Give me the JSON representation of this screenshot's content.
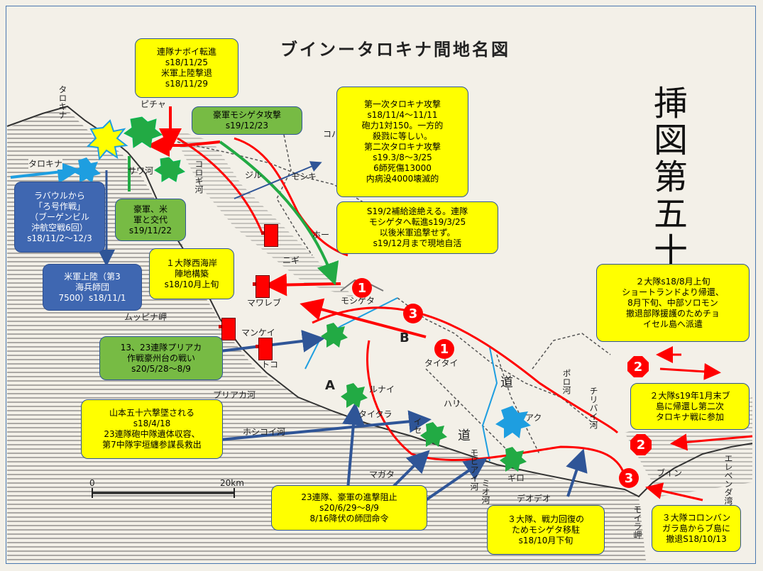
{
  "title": "ブインータロキナ間地名図",
  "figure_label": "挿図第五十八",
  "scale": {
    "zero": "0",
    "end": "20km"
  },
  "place_names": {
    "taro_kina_north": "タロキナ",
    "taro_kina_cape": "タロキナ",
    "pichi": "ピチャ",
    "kopa": "コパ",
    "sawa": "サワ河",
    "korogi": "コロギ河",
    "jiru": "ジル",
    "mosiki": "モシキ",
    "ho": "ホー",
    "niki": "ニギ",
    "mosigeta": "モシゲタ",
    "maurebu": "マワレブ",
    "mupina": "ムッピナ岬",
    "mankei": "マンケイ",
    "puriaka": "プリアカ河",
    "tokyo": "トコ",
    "B": "B",
    "A": "A",
    "taitai": "タイタイ",
    "runai": "ルナイ",
    "taitara": "タイタラ",
    "hari": "ハリ",
    "aku": "アク",
    "ise": "イセ",
    "magata": "マガタ",
    "mobiai": "モビアイ河",
    "mio": "ミオ河",
    "gi": "ギロ",
    "deode": "デオデオ",
    "pora": "ポロ河",
    "chiribai": "チリバイ河",
    "bu_in": "ブイン",
    "erebenda": "エレベンダ湾",
    "moira": "モイラ岬",
    "do1": "道",
    "do2": "道",
    "hosikoi": "ホシコイ河",
    "kaw": "ルナイ"
  },
  "callouts": {
    "nabo": [
      "連隊ナボイ転進",
      "s18/11/25",
      "米軍上陸撃退",
      "s18/11/29"
    ],
    "gou_mosi": [
      "豪軍モシゲタ攻撃",
      "s19/12/23"
    ],
    "first_taro": [
      "第一次タロキナ攻撃",
      "s18/11/4～11/11",
      "砲力1対150。一方的",
      "殺戮に等しい。",
      "第二次タロキナ攻撃",
      "s19.3/8～3/25",
      "6師死傷13000",
      "内病没4000壊滅的"
    ],
    "rabaul": [
      "ラバウルから",
      "「ろ号作戦」",
      "（ブーゲンビル",
      "沖航空戦6回）",
      "s18/11/2～12/3"
    ],
    "gou_bei": [
      "豪軍、米",
      "軍と交代",
      "s19/11/22"
    ],
    "supply": [
      "S19/2補給途絶える。連隊",
      "モシゲタへ転進s19/3/25",
      "以後米軍追撃せず。",
      "s19/12月まで現地自活"
    ],
    "first_bn": [
      "１大隊西海岸",
      "陣地構築",
      "s18/10月上旬"
    ],
    "us_landing": [
      "米軍上陸（第3",
      "海兵師団",
      "7500）s18/11/1"
    ],
    "second_bn_top": [
      "２大隊s18/8月上旬",
      "ショートランドより帰還、",
      "8月下旬、中部ソロモン",
      "撤退部隊援護のためチョ",
      "イセル島へ派遣"
    ],
    "puriaka_battle": [
      "13、23連隊プリアカ",
      "作戦豪州台の戦い",
      "s20/5/28～8/9"
    ],
    "second_bn_mid": [
      "２大隊s19年1月末ブ",
      "島に帰還し第二次",
      "タロキナ戦に参加"
    ],
    "yamamoto": [
      "山本五十六撃墜される",
      "s18/4/18",
      "23連隊砲中隊遺体収容、",
      "第7中隊宇垣纏参謀長救出"
    ],
    "block": [
      "23連隊、豪軍の進撃阻止",
      "s20/6/29～8/9",
      "8/16降伏の師団命令"
    ],
    "third_bn_move": [
      "３大隊、戦力回復の",
      "ためモシゲタ移駐",
      "s18/10月下旬"
    ],
    "third_bn_retreat": [
      "３大隊コロンバン",
      "ガラ島からブ島に",
      "撤退S18/10/13"
    ]
  },
  "markers": {
    "m1a": "1",
    "m1b": "1",
    "m2a": "2",
    "m2b": "2",
    "m3a": "3",
    "m3b": "3"
  },
  "colors": {
    "advance": "#ff0000",
    "allied": "#2f5597",
    "aussie": "#22aa44",
    "air": "#1e9ee0",
    "flag": "#ff0000"
  }
}
